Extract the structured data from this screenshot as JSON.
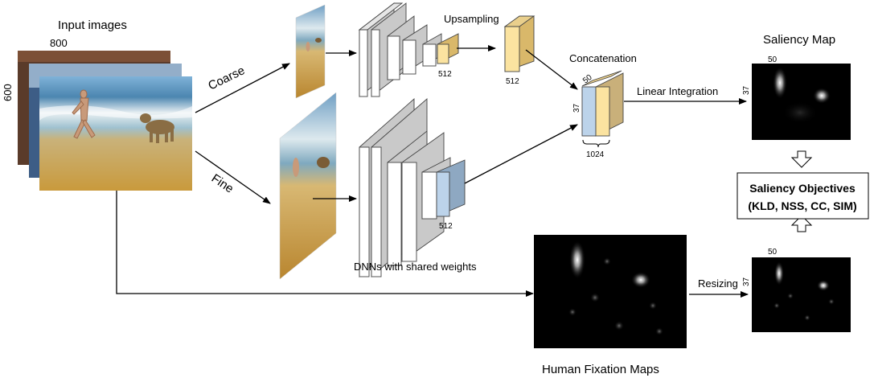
{
  "labels": {
    "input_images": "Input images",
    "width_800": "800",
    "height_600": "600",
    "coarse": "Coarse",
    "fine": "Fine",
    "upsampling": "Upsampling",
    "channels_coarse": "512",
    "channels_upsampled": "512",
    "channels_fine": "512",
    "concatenation": "Concatenation",
    "concat_width": "50",
    "concat_height": "37",
    "concat_channels": "1024",
    "dnn_caption": "DNNs with shared weights",
    "linear_integration": "Linear Integration",
    "saliency_map": "Saliency Map",
    "saliency_width": "50",
    "saliency_height": "37",
    "objectives_line1": "Saliency Objectives",
    "objectives_line2": "(KLD, NSS, CC, SIM)",
    "resizing": "Resizing",
    "fixation_width": "50",
    "fixation_height": "37",
    "human_fixation_maps": "Human Fixation Maps"
  },
  "colors": {
    "layer_face": "#ffffff",
    "layer_side": "#c9c9c9",
    "feature_yellow_face": "#fbe3a0",
    "feature_yellow_side": "#d9b86a",
    "feature_blue_face": "#bcd3ea",
    "feature_blue_side": "#8ea8c2",
    "concat_gold_side": "#c9b07a",
    "map_background": "#000000",
    "sand": "#d2a24a",
    "sky": "#6fa6d6",
    "sea": "#3f7fa6"
  }
}
